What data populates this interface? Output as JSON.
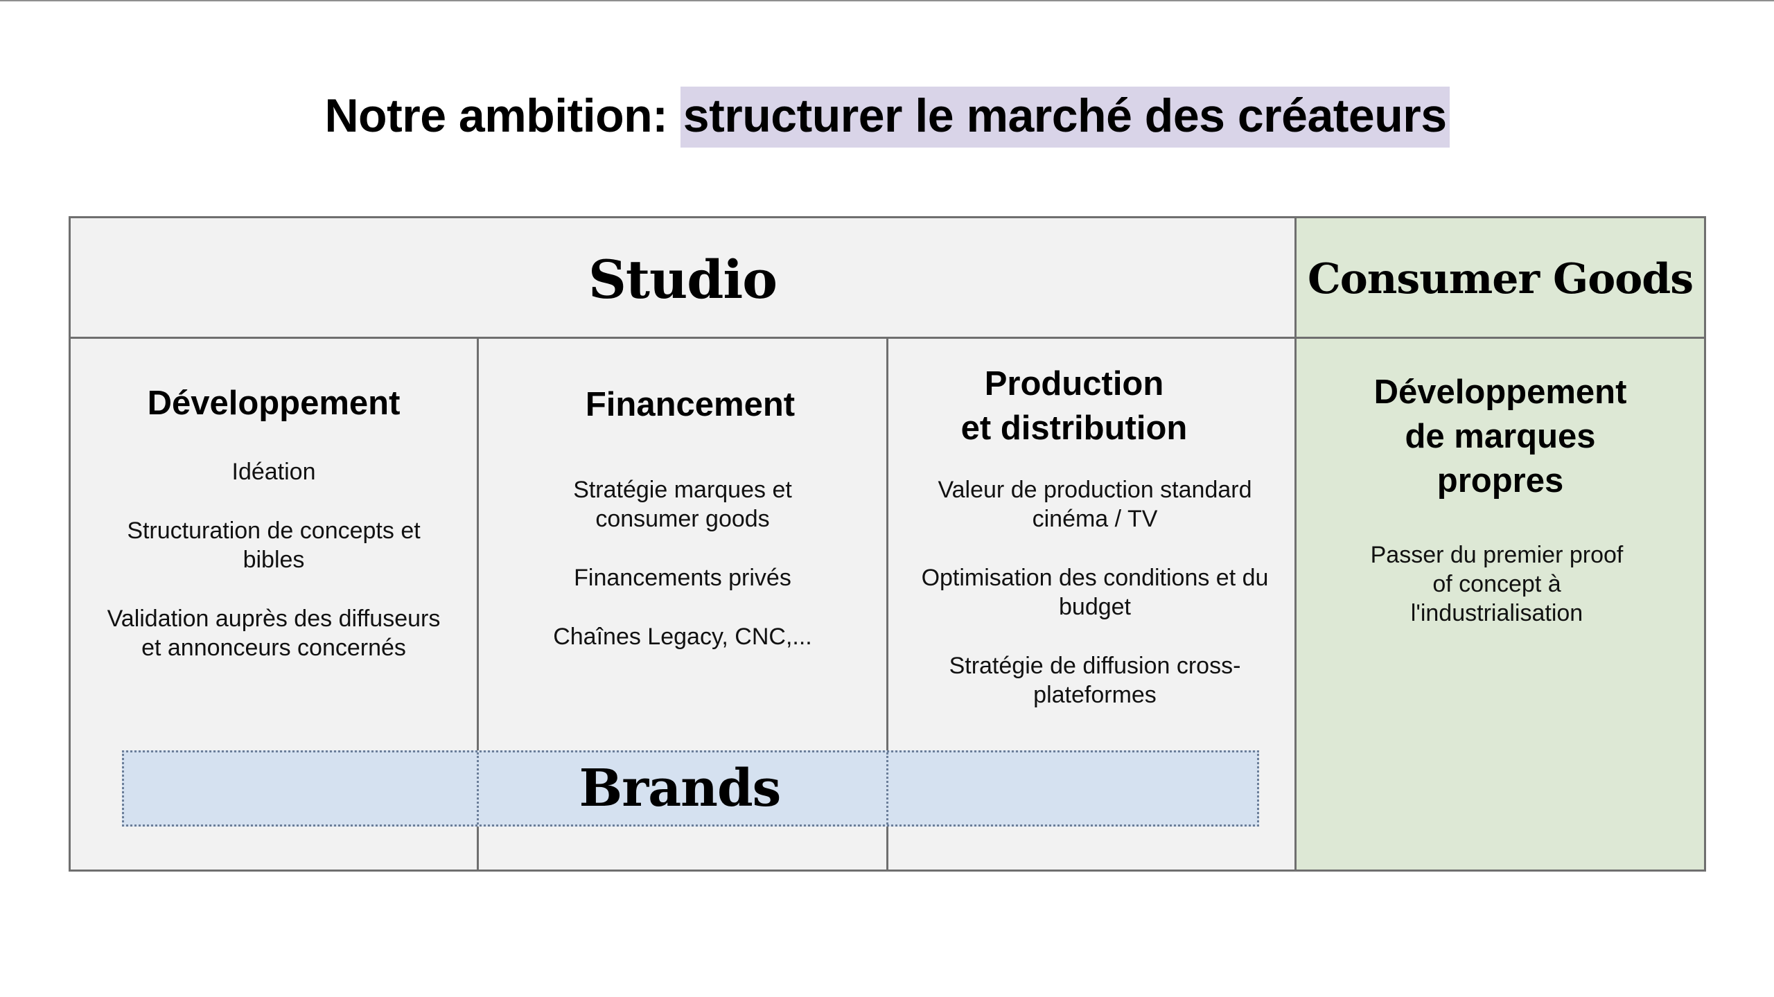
{
  "slide": {
    "title_prefix": "Notre ambition:",
    "title_highlight": "structurer le marché des créateurs"
  },
  "studio": {
    "title": "Studio",
    "columns": [
      {
        "heading_lines": [
          "Développement"
        ],
        "items": [
          "Idéation",
          "Structuration de concepts et bibles",
          "Validation auprès des diffuseurs et annonceurs concernés"
        ]
      },
      {
        "heading_lines": [
          "Financement"
        ],
        "items": [
          "Stratégie marques et consumer goods",
          "Financements privés",
          "Chaînes Legacy, CNC,..."
        ]
      },
      {
        "heading_lines": [
          "Production",
          "et distribution"
        ],
        "items": [
          "Valeur de production standard cinéma / TV",
          "Optimisation des conditions et du budget",
          "Stratégie de diffusion cross-plateformes"
        ]
      }
    ]
  },
  "consumer_goods": {
    "title": "Consumer Goods",
    "heading_lines": [
      "Développement",
      "de marques",
      "propres"
    ],
    "items": [
      "Passer du premier proof of concept à l'industrialisation"
    ]
  },
  "brands": {
    "label": "Brands"
  },
  "colors": {
    "panel_gray": "#f2f2f2",
    "panel_green": "#dde8d5",
    "brands_band": "#d5e1f0",
    "title_highlight": "#d9d4e8",
    "border": "#6f6f6f"
  }
}
